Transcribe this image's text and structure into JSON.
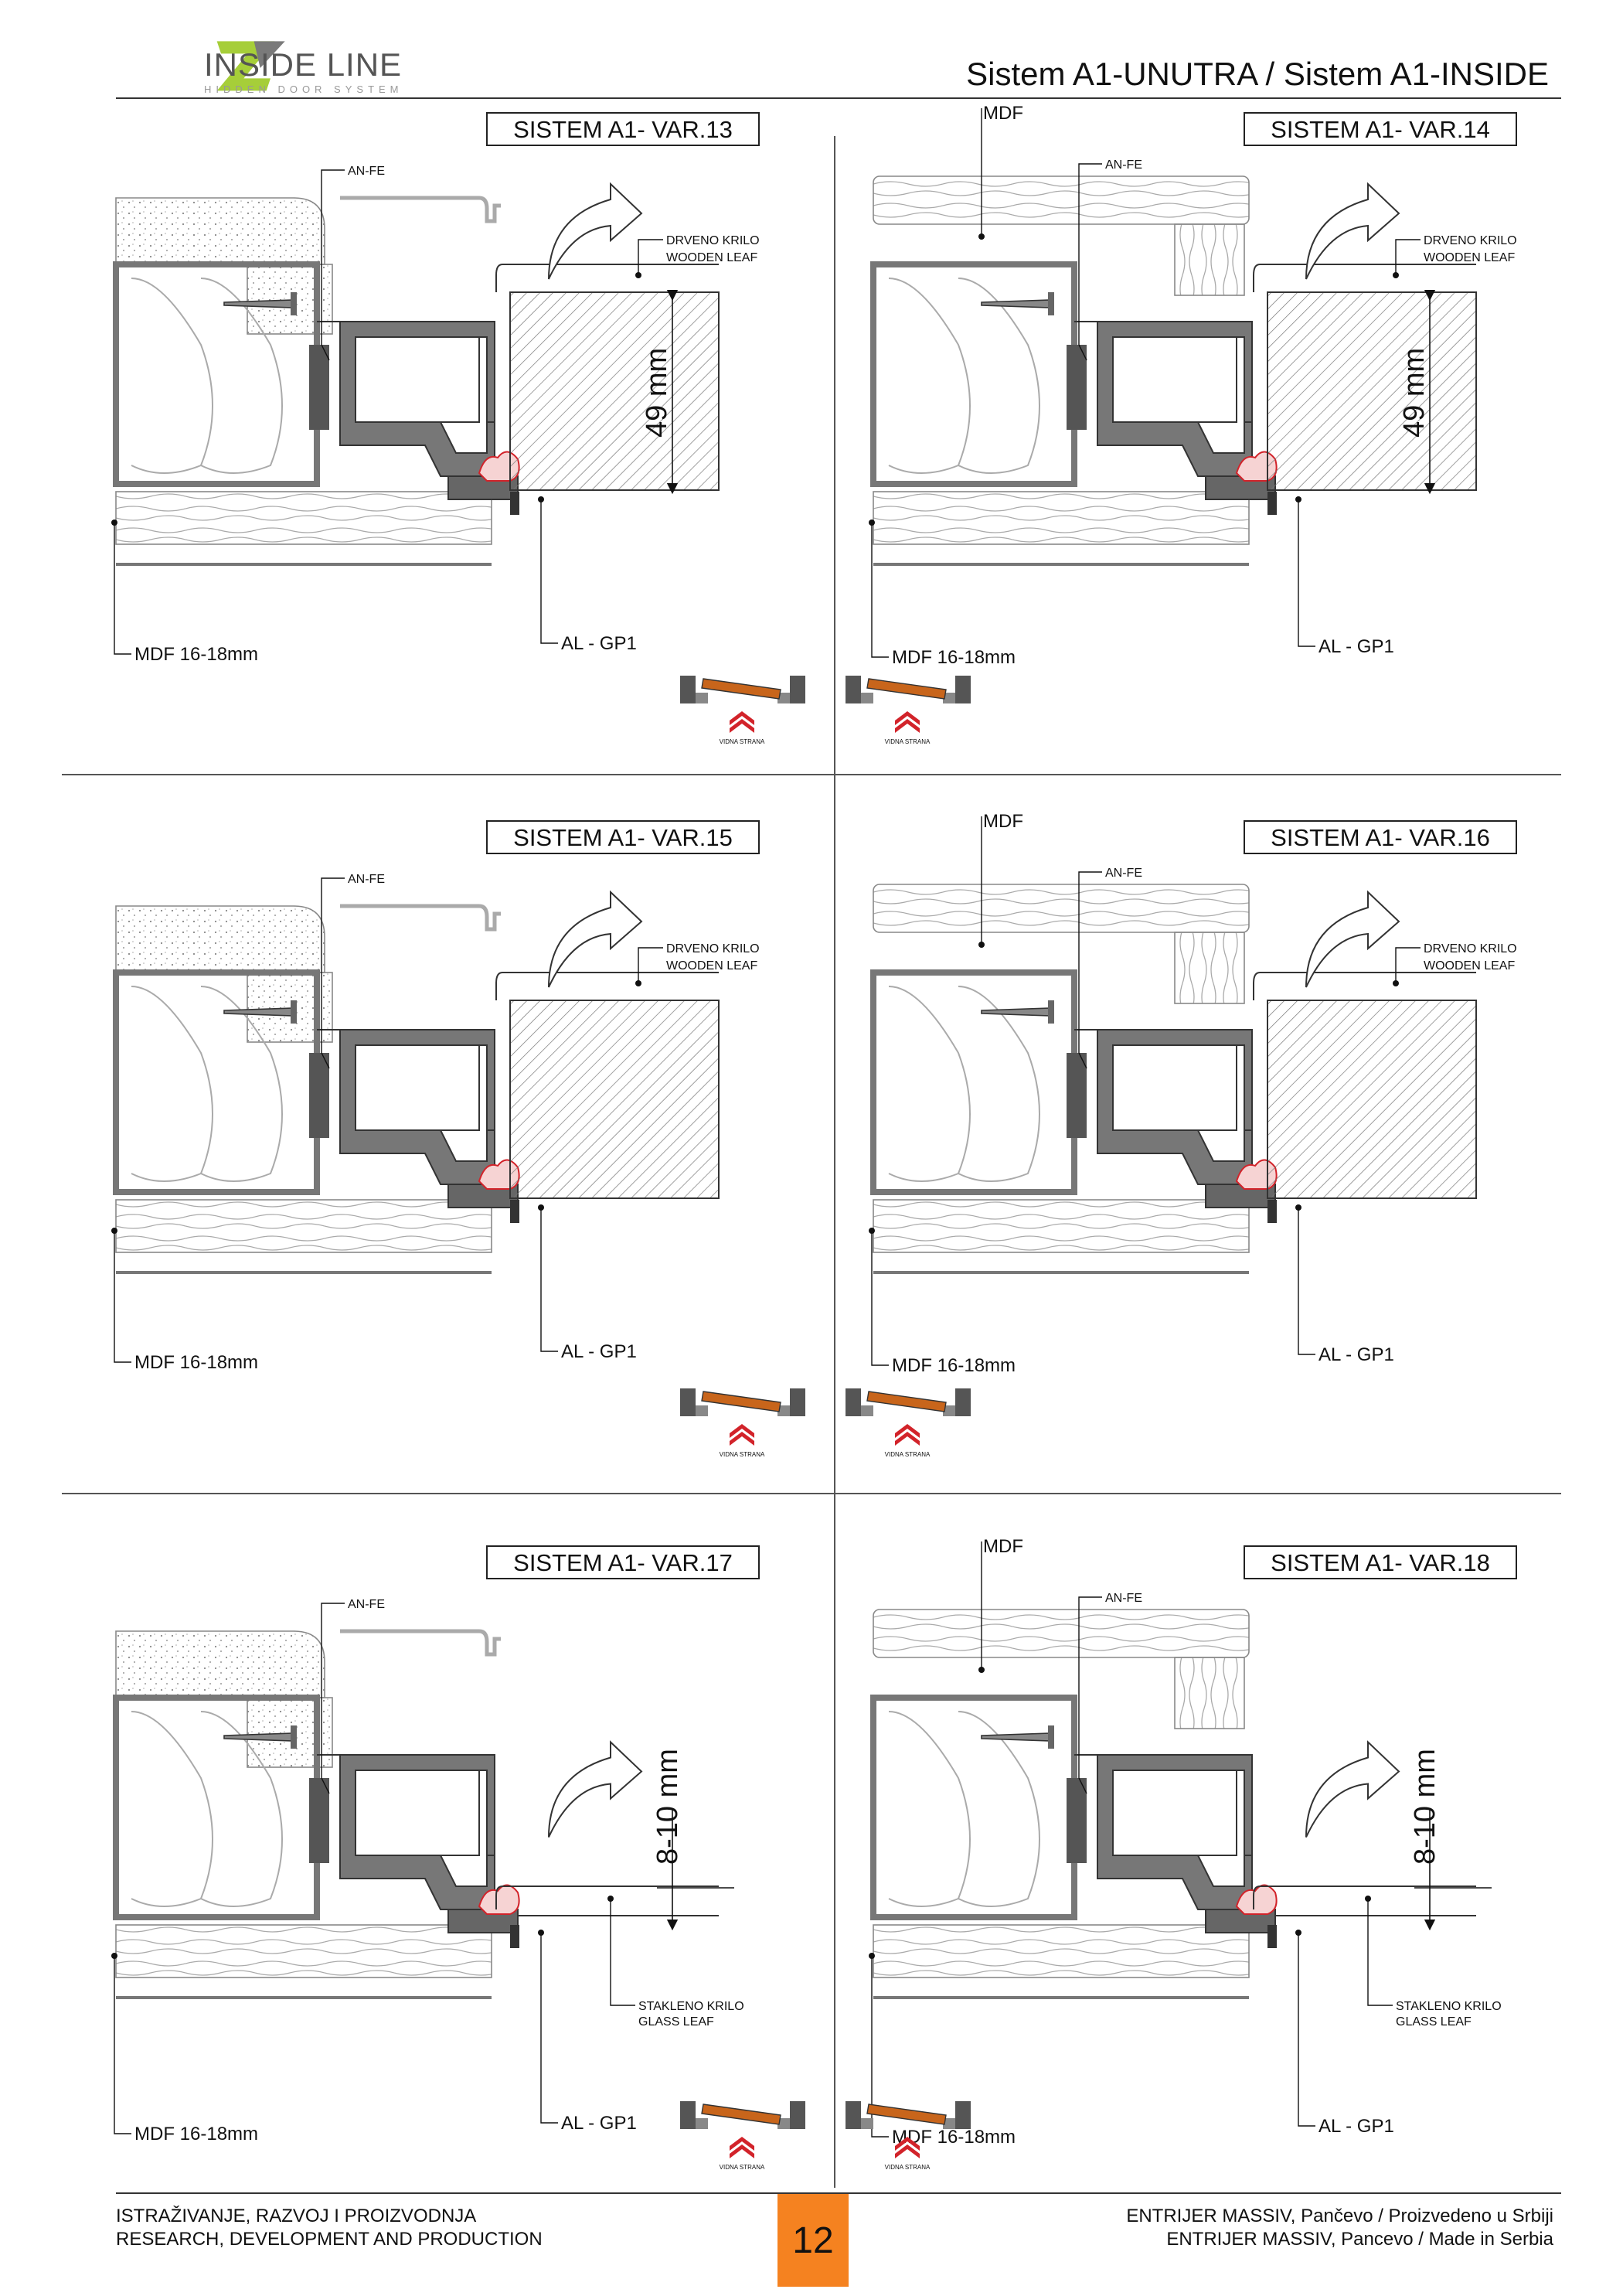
{
  "brand": {
    "name": "INSIDE LINE",
    "tagline": "HIDDEN DOOR SYSTEM"
  },
  "title": "Sistem A1-UNUTRA / Sistem A1-INSIDE",
  "colors": {
    "accent": "#f58220",
    "logo_green": "#a6ce39",
    "profile": "#666666",
    "leaf": "#c8651b",
    "seal": "#d2232a"
  },
  "labels": {
    "anfe": "AN-FE",
    "mdf": "MDF",
    "mdf_thick": "MDF 16-18mm",
    "al": "AL - GP1",
    "wood_sr": "DRVENO KRILO",
    "wood_en": "WOODEN LEAF",
    "glass_sr": "STAKLENO KRILO",
    "glass_en": "GLASS LEAF",
    "visible_side": "VIDNA STRANA"
  },
  "panels": [
    {
      "title": "SISTEM A1- VAR.13",
      "leaf": "wood",
      "mdf": false,
      "dim": "49 mm"
    },
    {
      "title": "SISTEM A1- VAR.14",
      "leaf": "wood",
      "mdf": true,
      "dim": "49 mm"
    },
    {
      "title": "SISTEM A1- VAR.15",
      "leaf": "wood",
      "mdf": false,
      "dim": ""
    },
    {
      "title": "SISTEM A1- VAR.16",
      "leaf": "wood",
      "mdf": true,
      "dim": ""
    },
    {
      "title": "SISTEM A1- VAR.17",
      "leaf": "glass",
      "mdf": false,
      "dim": "8-10 mm"
    },
    {
      "title": "SISTEM A1- VAR.18",
      "leaf": "glass",
      "mdf": true,
      "dim": "8-10 mm"
    }
  ],
  "footer": {
    "left_line1": "ISTRAŽIVANJE, RAZVOJ I PROIZVODNJA",
    "left_line2": "RESEARCH, DEVELOPMENT AND PRODUCTION",
    "page": "12",
    "right_line1": "ENTRIJER MASSIV, Pančevo / Proizvedeno u Srbiji",
    "right_line2": "ENTRIJER MASSIV, Pancevo / Made in Serbia"
  }
}
